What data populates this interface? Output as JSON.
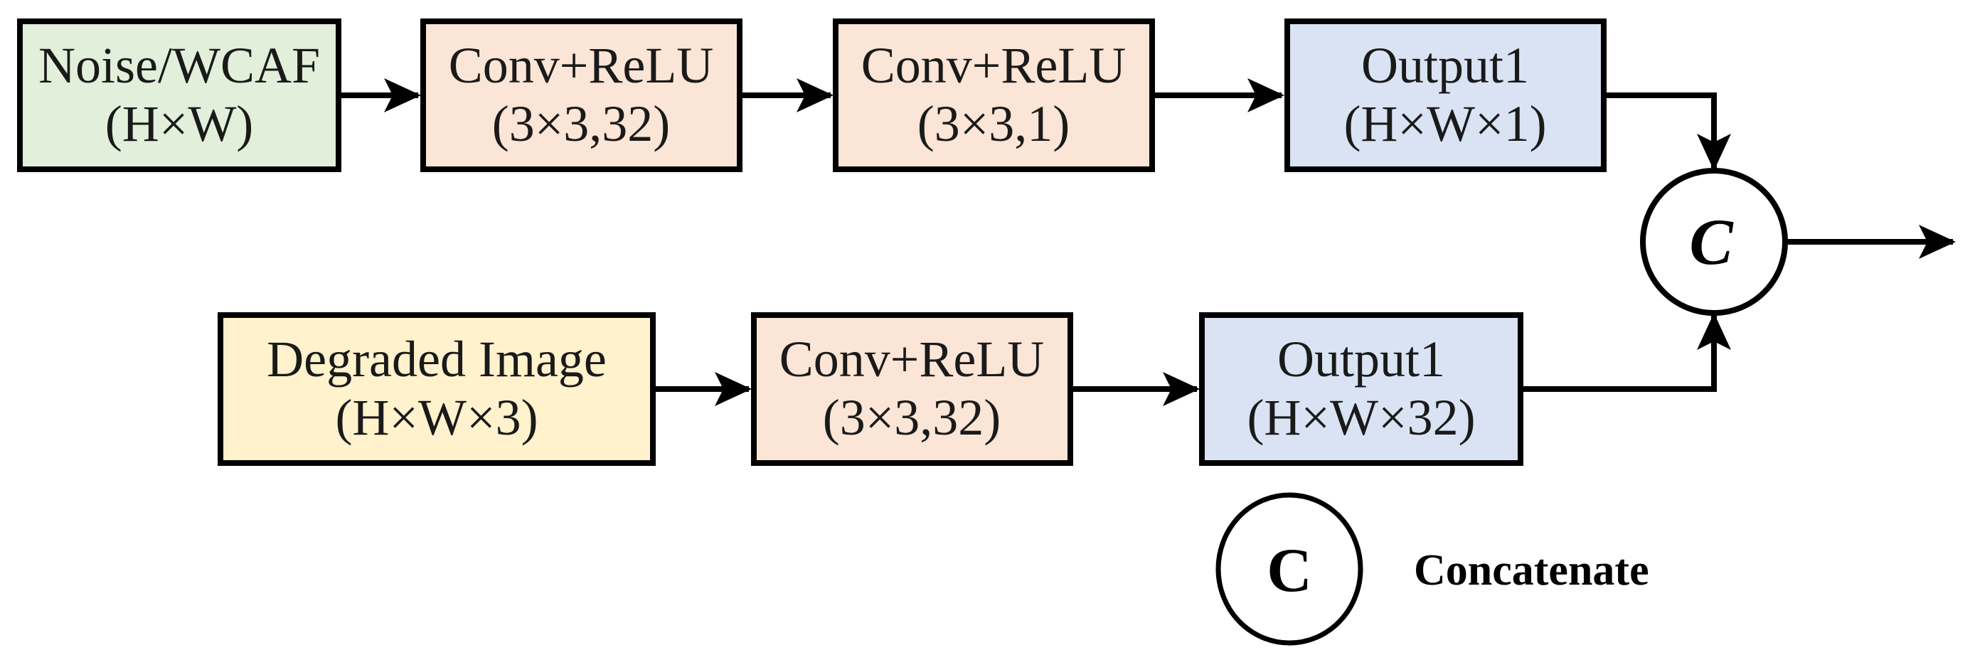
{
  "colors": {
    "noise_fill": "#e2efda",
    "conv_fill": "#fbe5d6",
    "output_fill": "#dae3f3",
    "degraded_fill": "#fff2cc",
    "border": "#000000",
    "node_fill": "#ffffff"
  },
  "top_branch": [
    {
      "line1": "Noise/WCAF",
      "line2": "(H×W)",
      "fill": "#e2efda"
    },
    {
      "line1": "Conv+ReLU",
      "line2": "(3×3,32)",
      "fill": "#fbe5d6"
    },
    {
      "line1": "Conv+ReLU",
      "line2": "(3×3,1)",
      "fill": "#fbe5d6"
    },
    {
      "line1": "Output1",
      "line2": "(H×W×1)",
      "fill": "#dae3f3"
    }
  ],
  "bottom_branch": [
    {
      "line1": "Degraded Image",
      "line2": "(H×W×3)",
      "fill": "#fff2cc"
    },
    {
      "line1": "Conv+ReLU",
      "line2": "(3×3,32)",
      "fill": "#fbe5d6"
    },
    {
      "line1": "Output1",
      "line2": "(H×W×32)",
      "fill": "#dae3f3"
    }
  ],
  "concatenate_node": {
    "symbol": "C"
  },
  "legend": {
    "symbol": "C",
    "label": "Concatenate"
  }
}
